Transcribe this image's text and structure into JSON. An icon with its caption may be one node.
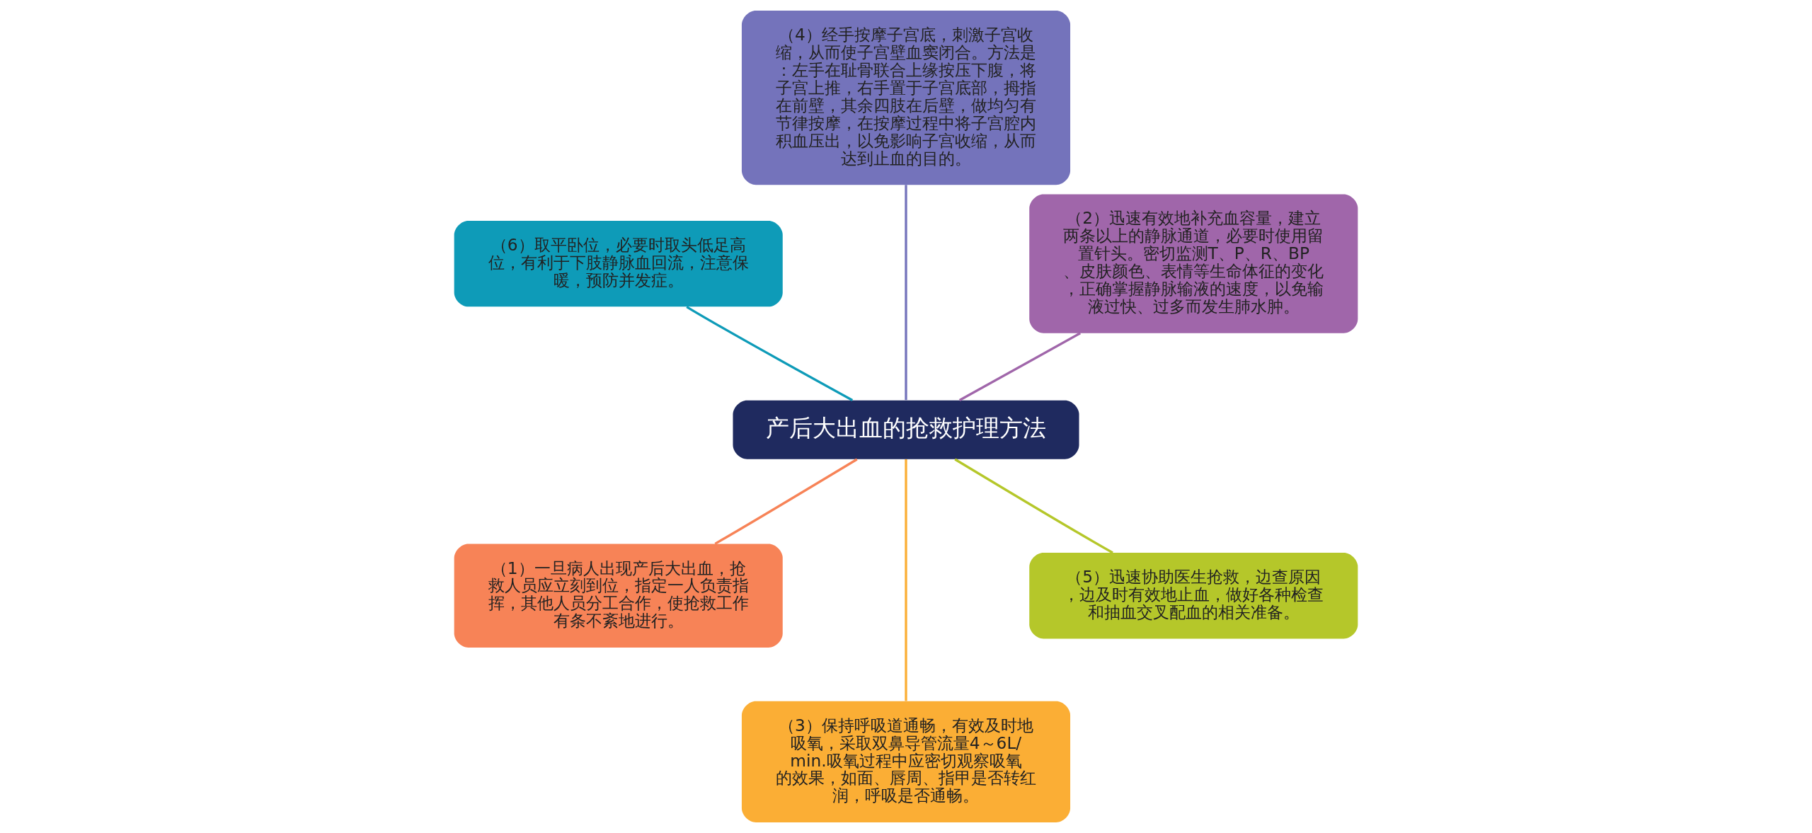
{
  "diagram": {
    "nodes": [
      {
        "text": [
          "产后大出血的抢救护理方法"
        ]
      },
      {
        "text": [
          "（2）迅速有效地补充血容量，建立两条以上的静脉通道，必要时使用留置针头。密切监测T、P、R、BP、皮肤颜色、表情等生命体征的变化，正确掌握静脉输液的速度，以免输液过快、过多而发生肺水肿。"
        ]
      },
      {
        "text": [
          "（4）经手按摩子宫底，刺激子宫收缩，从而使子宫壁血窦闭合。方法是：左手在耻骨联合上缘按压下腹，将子宫上推，右手置于子宫底部，拇指在前壁，其余四肢在后壁，做均匀有节律按摩，在按摩过程中将子宫腔内积血压出，以免影响子宫收缩，从而达到止血的目的。"
        ]
      },
      {
        "text": [
          "（6）取平卧位，必要时取头低足高位，有利于下肢静脉血回流，注意保暖，预防并发症。"
        ]
      },
      {
        "text": [
          "（1）一旦病人出现产后大出血，抢救人员应立刻到位，指定一人负责指挥，其他人员分工合作，使抢救工作有条不紊地进行。"
        ]
      },
      {
        "text": [
          "（3）保持呼吸道通畅，有效及时地吸氧，采取双鼻导管流量4～6L/min.吸氧过程中应密切观察吸氧的效果，如面、唇周、指甲是否转红润，呼吸是否通畅。"
        ]
      },
      {
        "text": [
          "（5）迅速协助医生抢救，边查原因，边及时有效地止血，做好各种检查和抽血交叉配血的相关准备。"
        ]
      }
    ],
    "edges": [
      {
        "from": 0,
        "to": 1,
        "arrow": "none",
        "color": "#a066aa"
      },
      {
        "from": 0,
        "to": 2,
        "arrow": "none",
        "color": "#7473bb"
      },
      {
        "from": 0,
        "to": 3,
        "arrow": "none",
        "color": "#0e9bb8"
      },
      {
        "from": 0,
        "to": 4,
        "arrow": "none",
        "color": "#f78357"
      },
      {
        "from": 0,
        "to": 5,
        "arrow": "none",
        "color": "#fbae35"
      },
      {
        "from": 0,
        "to": 6,
        "arrow": "none",
        "color": "#b5c72a"
      }
    ]
  }
}
